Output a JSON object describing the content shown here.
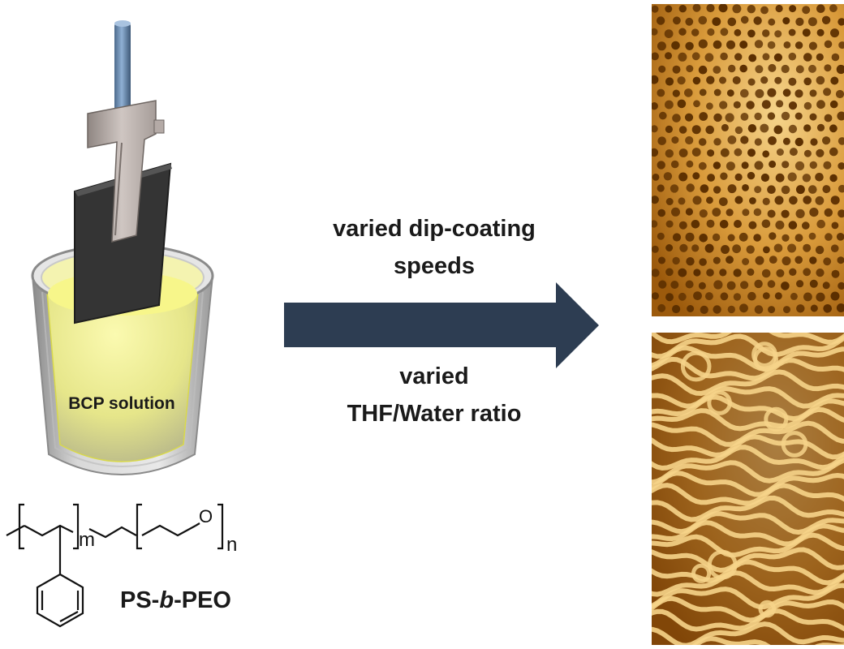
{
  "beaker": {
    "label": "BCP solution"
  },
  "arrow": {
    "top_line1": "varied dip-coating",
    "top_line2": "speeds",
    "bottom_line1": "varied",
    "bottom_line2": "THF/Water ratio",
    "color": "#2d3d52"
  },
  "structure": {
    "name_prefix": "PS-",
    "name_italic": "b",
    "name_suffix": "-PEO",
    "subscript_m": "m",
    "subscript_n": "n",
    "oxygen": "O"
  },
  "afm": {
    "top_pattern": "dots",
    "bottom_pattern": "stripes",
    "light_color": "#f6d48a",
    "dark_color": "#5a2e00"
  }
}
